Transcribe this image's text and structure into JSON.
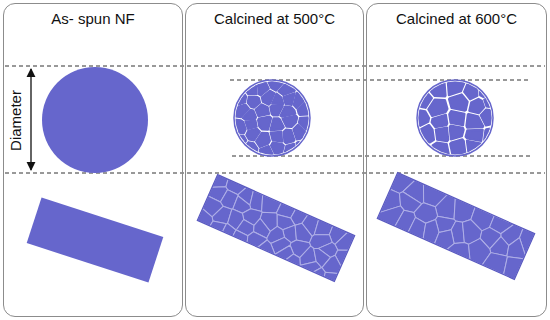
{
  "diagram": {
    "nodes": [
      {
        "text": [
          "As- spun NF"
        ]
      },
      {
        "text": [
          "Calcined at 500°C"
        ]
      },
      {
        "text": [
          "Calcined at 600°C"
        ]
      }
    ],
    "labels": [
      "Diameter"
    ]
  }
}
